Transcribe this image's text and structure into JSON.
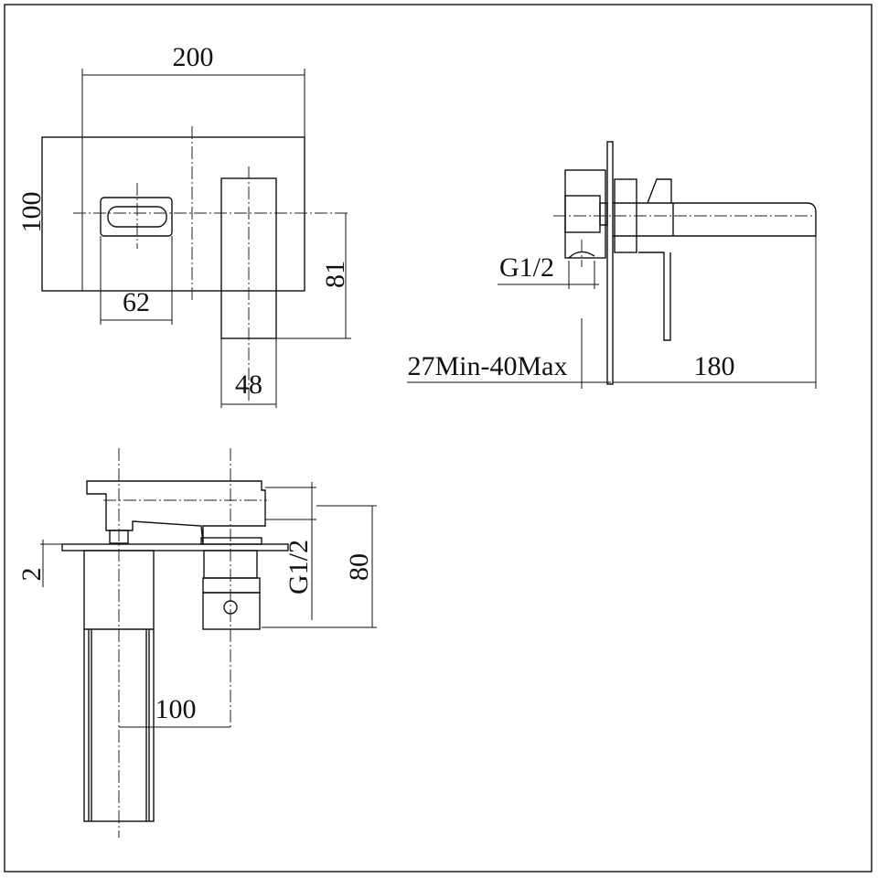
{
  "front_view": {
    "width_label": "200",
    "height_label": "100",
    "spout_width_label": "62",
    "handle_height_label": "81",
    "handle_width_label": "48"
  },
  "side_view": {
    "thread_label": "G1/2",
    "wall_depth_label": "27Min-40Max",
    "projection_label": "180"
  },
  "top_view": {
    "plate_thickness_label": "2",
    "thread_label": "G1/2",
    "depth_label": "80",
    "spacing_label": "100"
  }
}
